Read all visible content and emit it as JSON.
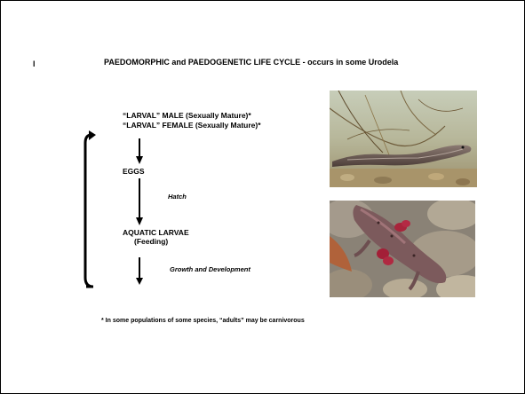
{
  "slide": {
    "bullet": "l",
    "title": "PAEDOMORPHIC and PAEDOGENETIC LIFE CYCLE - occurs in some Urodela",
    "stages": {
      "male": "“LARVAL” MALE (Sexually Mature)*",
      "female": "“LARVAL” FEMALE (Sexually Mature)*",
      "eggs": "EGGS",
      "hatch": "Hatch",
      "larvae": "AQUATIC LARVAE",
      "larvae_sub": "(Feeding)",
      "growth": "Growth and Development"
    },
    "footnote": "* In some populations of some species, “adults” may be carnivorous",
    "photos": {
      "top": "photo-larval-salamander-in-water",
      "bottom": "photo-salamander-on-rocks"
    }
  }
}
